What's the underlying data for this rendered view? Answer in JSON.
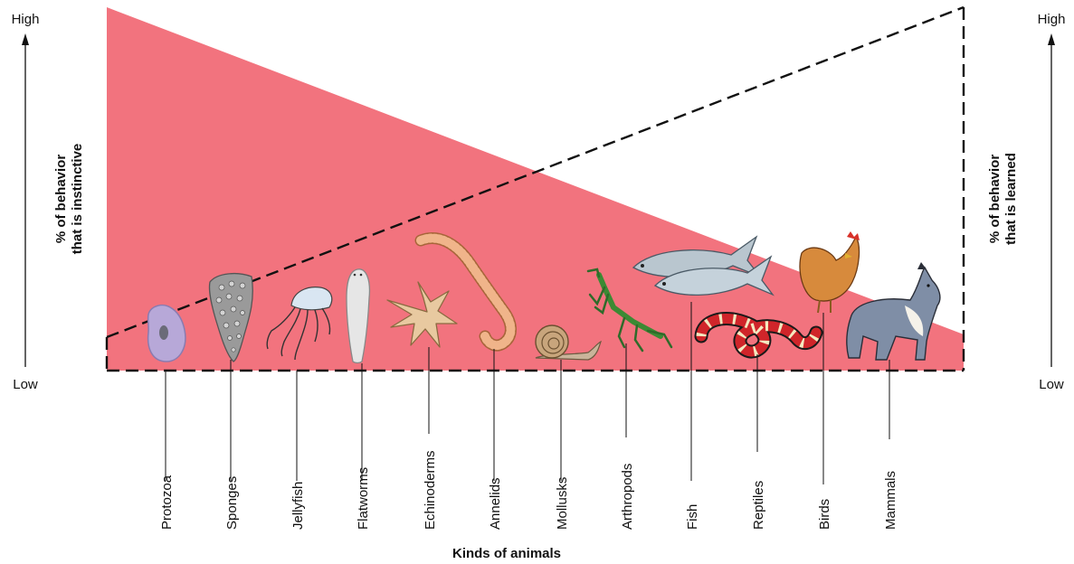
{
  "left_axis": {
    "high": "High",
    "low": "Low",
    "title_line1": "% of behavior",
    "title_line2": "that is instinctive"
  },
  "right_axis": {
    "high": "High",
    "low": "Low",
    "title_line1": "% of behavior",
    "title_line2": "that is learned"
  },
  "x_axis_title": "Kinds of animals",
  "animals": [
    "Protozoa",
    "Sponges",
    "Jellyfish",
    "Flatworms",
    "Echinoderms",
    "Annelids",
    "Mollusks",
    "Arthropods",
    "Fish",
    "Reptiles",
    "Birds",
    "Mammals"
  ],
  "colors": {
    "instinctive_fill": "#f2737e",
    "learned_line": "#111111"
  },
  "icons": [
    "protozoa-icon",
    "sponge-icon",
    "jellyfish-icon",
    "flatworm-icon",
    "starfish-icon",
    "earthworm-icon",
    "snail-icon",
    "mantis-icon",
    "fish-icon",
    "snake-icon",
    "chicken-icon",
    "dog-icon"
  ]
}
